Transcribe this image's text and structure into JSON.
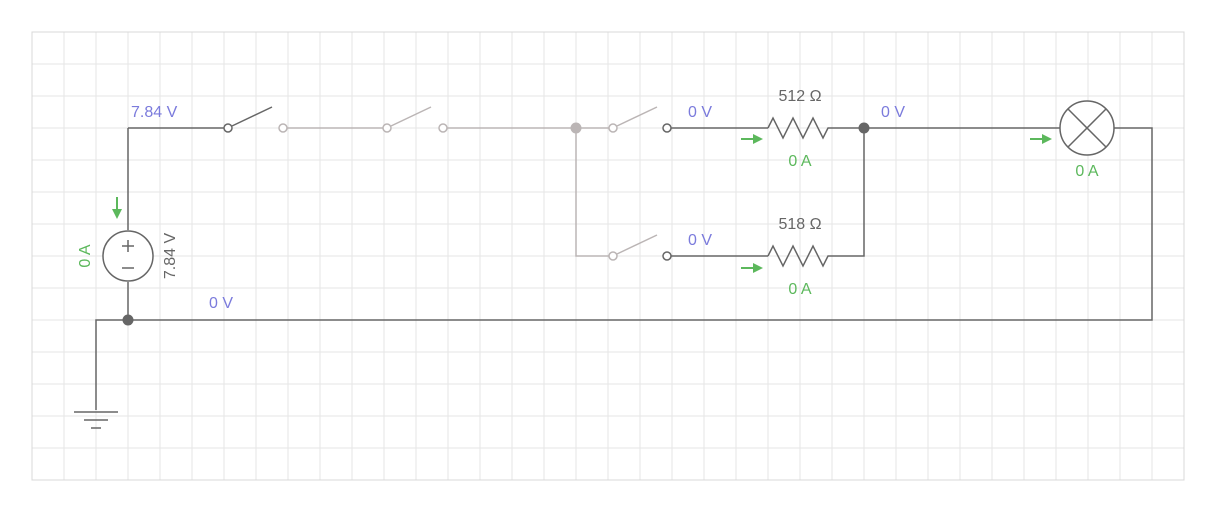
{
  "colors": {
    "wire": "#666666",
    "inactive_wire": "#bbb5b5",
    "voltage_label": "#7b7bdc",
    "current_label": "#5cb85c",
    "grid": "#e6e6e6",
    "grid_border": "#d8d8d8"
  },
  "source": {
    "voltage_top": "7.84 V",
    "current": "0 A",
    "rating": "7.84 V"
  },
  "ground_node": {
    "voltage": "0 V"
  },
  "resistor_1": {
    "value": "512 Ω",
    "voltage": "0 V",
    "current": "0 A"
  },
  "resistor_2": {
    "value": "518 Ω",
    "voltage": "0 V",
    "current": "0 A"
  },
  "junction_right": {
    "voltage": "0 V"
  },
  "lamp": {
    "current": "0 A"
  },
  "icons": [
    "voltage-source-icon",
    "switch-icon",
    "resistor-icon",
    "lamp-icon",
    "ground-icon"
  ]
}
